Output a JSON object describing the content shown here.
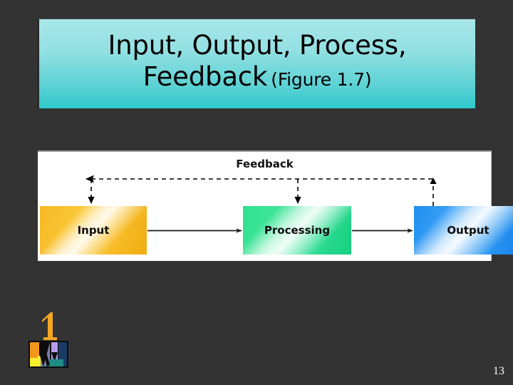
{
  "slide": {
    "background_color": "#333333",
    "page_number": "13"
  },
  "title": {
    "line1": "Input, Output, Process,",
    "line2_main": "Feedback",
    "line2_sub": "(Figure 1.7)",
    "banner_gradient_top": "#a8e7e9",
    "banner_gradient_bottom": "#2ec8cc",
    "text_color": "#000000"
  },
  "diagram": {
    "type": "flowchart",
    "panel_background": "#ffffff",
    "feedback_label": "Feedback",
    "boxes": [
      {
        "id": "input",
        "label": "Input",
        "color": "#f6b823"
      },
      {
        "id": "processing",
        "label": "Processing",
        "color": "#2edc93"
      },
      {
        "id": "output",
        "label": "Output",
        "color": "#2c98f2"
      }
    ],
    "flow_arrows": [
      {
        "from": "input",
        "to": "processing",
        "style": "solid"
      },
      {
        "from": "processing",
        "to": "output",
        "style": "solid"
      }
    ],
    "feedback_arrows": [
      {
        "from": "output",
        "to": "feedback-bus",
        "style": "dashed",
        "direction": "up"
      },
      {
        "from": "feedback-bus",
        "to": "processing",
        "style": "dashed",
        "direction": "down"
      },
      {
        "from": "feedback-bus",
        "to": "input",
        "style": "dashed",
        "direction": "down"
      }
    ]
  },
  "logo": {
    "numeral": "1",
    "numeral_color": "#f5a623",
    "swatch_colors": [
      "#f2971c",
      "#7b7fb0",
      "#b79ce8",
      "#1b3a66",
      "#f8ee2a",
      "#1d8c85"
    ]
  }
}
